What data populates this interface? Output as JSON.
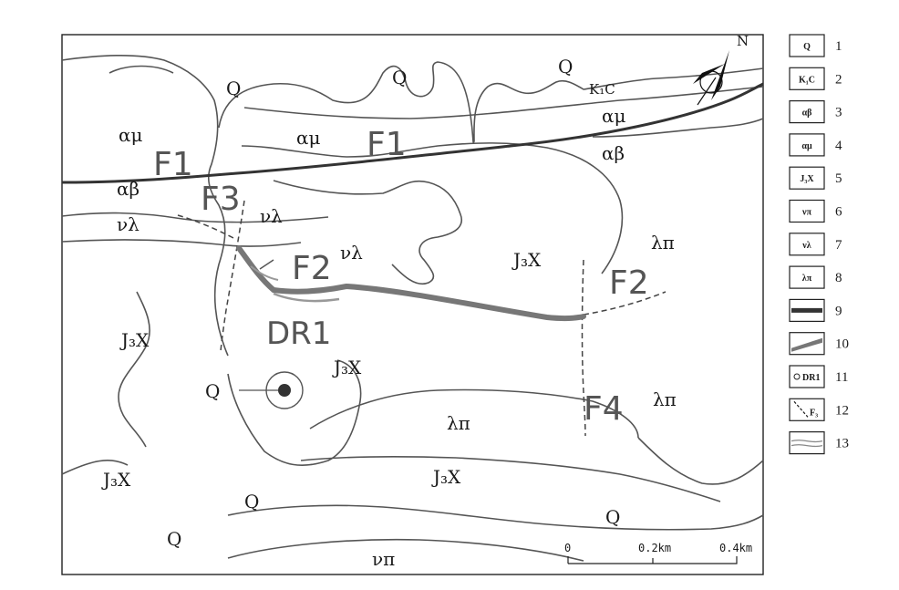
{
  "map": {
    "units": {
      "Q_top1": "Q",
      "Q_top2": "Q",
      "Q_top3": "Q",
      "K1C": "K₁C",
      "amu_left": "αμ",
      "amu_mid": "αμ",
      "amu_right": "αμ",
      "ab_left": "αβ",
      "ab_right": "αβ",
      "vl_left": "νλ",
      "vl_mid": "νλ",
      "vl_center": "νλ",
      "J3X_center": "J₃X",
      "J3X_left": "J₃X",
      "J3X_mid": "J₃X",
      "J3X_lowleft": "J₃X",
      "J3X_bottom": "J₃X",
      "lp_right_top": "λπ",
      "lp_right_mid": "λπ",
      "lp_center": "λπ",
      "Q_mid": "Q",
      "Q_low": "Q",
      "Q_bottom": "Q",
      "Q_right_bottom": "Q",
      "vp_bottom": "νπ"
    },
    "faults": {
      "F1_left": "F1",
      "F1_mid": "F1",
      "F2_center": "F2",
      "F2_right": "F2",
      "F3": "F3",
      "F4": "F4"
    },
    "drill_label": "DR1",
    "north_label": "N",
    "scale": {
      "labels": [
        "0",
        "0.2km",
        "0.4km"
      ]
    }
  },
  "legend": {
    "items": [
      {
        "num": "1",
        "label": "Q"
      },
      {
        "num": "2",
        "label": "K₁C"
      },
      {
        "num": "3",
        "label": "αβ"
      },
      {
        "num": "4",
        "label": "αμ"
      },
      {
        "num": "5",
        "label": "J₃X"
      },
      {
        "num": "6",
        "label": "νπ"
      },
      {
        "num": "7",
        "label": "νλ"
      },
      {
        "num": "8",
        "label": "λπ"
      },
      {
        "num": "9",
        "label": ""
      },
      {
        "num": "10",
        "label": ""
      },
      {
        "num": "11",
        "label": "DR1"
      },
      {
        "num": "12",
        "label": "F₃"
      },
      {
        "num": "13",
        "label": ""
      }
    ]
  },
  "colors": {
    "boundary": "#555555",
    "fault_thick": "#333333",
    "orebody": "#777777",
    "text": "#1a1a1a"
  }
}
